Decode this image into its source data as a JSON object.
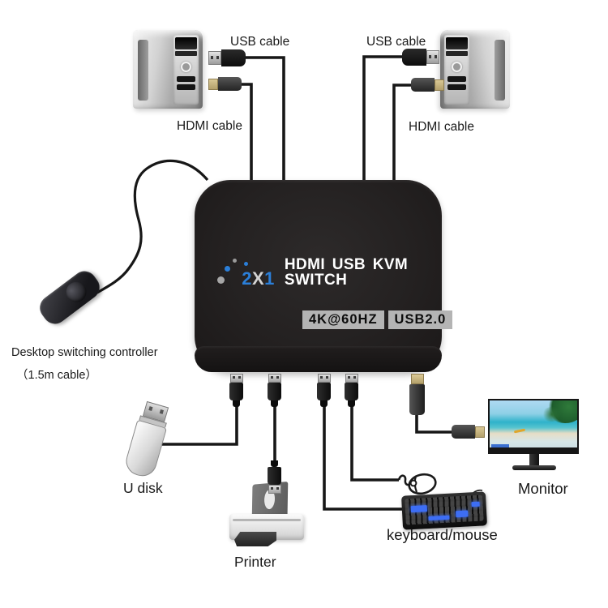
{
  "diagram_title": "2X1 HDMI USB KVM SWITCH connection diagram",
  "cables": {
    "usb_cable_left": "USB cable",
    "hdmi_cable_left": "HDMI cable",
    "usb_cable_right": "USB cable",
    "hdmi_cable_right": "HDMI cable"
  },
  "controller": {
    "line1": "Desktop switching controller",
    "line2": "（1.5m cable）"
  },
  "switch": {
    "logo_2": "2",
    "logo_x": "X",
    "logo_1": "1",
    "title": "HDMI USB KVM SWITCH",
    "badge_resolution": "4K@60HZ",
    "badge_usb": "USB2.0"
  },
  "devices": {
    "computer_left": "desktop computer",
    "computer_right": "desktop computer",
    "u_disk": "U disk",
    "printer": "Printer",
    "keyboard_mouse": "keyboard/mouse",
    "monitor": "Monitor"
  },
  "icons": {
    "mouse_icon": "outline drawing of a mouse",
    "switch_logo_dots": "arc of gray and blue dots"
  },
  "colors": {
    "accent_blue": "#2b7fd9",
    "badge_bg": "#b4b4b4",
    "switch_body": "#221f1f",
    "cable_black": "#171717",
    "hdmi_tip_gold": "#c9b785",
    "background": "#ffffff"
  }
}
